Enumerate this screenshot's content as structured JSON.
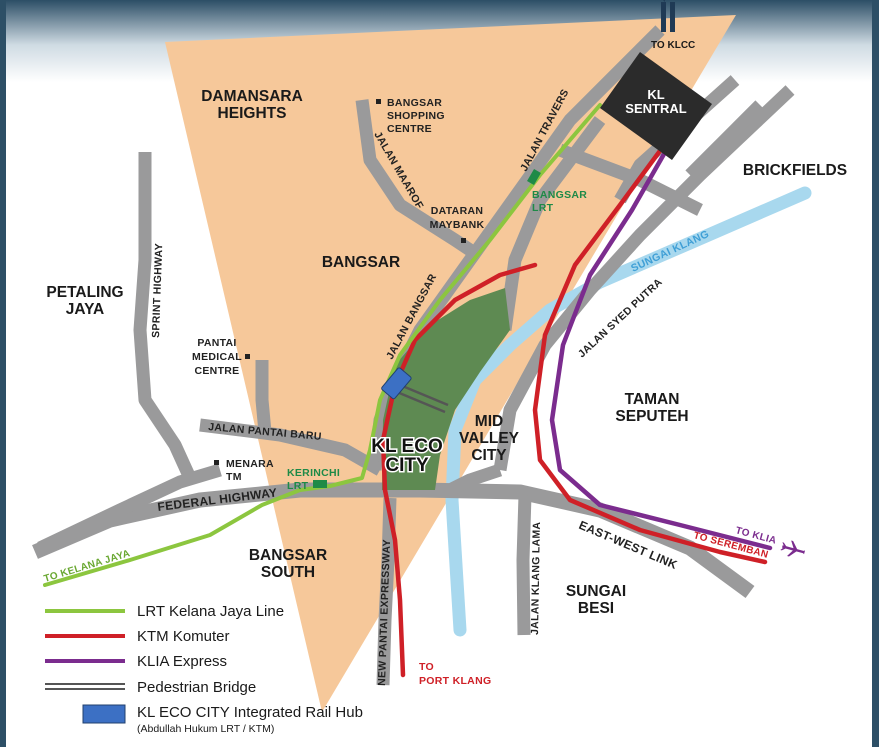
{
  "colors": {
    "zone": "#f6c89a",
    "road": "#9a9a9b",
    "river": "#a8d8ee",
    "lrt": "#8cc63f",
    "ktm": "#cf2027",
    "klia": "#7b2c8e",
    "park": "#5e8a52",
    "hub": "#3c70c4",
    "station": "#1e8a47",
    "sentral": "#2b2b2b"
  },
  "areas": {
    "damansara": "DAMANSARA",
    "heights": "HEIGHTS",
    "bangsar": "BANGSAR",
    "petaling": "PETALING",
    "jaya": "JAYA",
    "brickfields": "BRICKFIELDS",
    "taman": "TAMAN",
    "seputeh": "SEPUTEH",
    "mid": "MID",
    "valley": "VALLEY",
    "city": "CITY",
    "bangsar_south_1": "BANGSAR",
    "bangsar_south_2": "SOUTH",
    "sungai": "SUNGAI",
    "besi": "BESI",
    "kl_eco": "KL ECO",
    "kl_eco_city": "CITY",
    "kl": "KL",
    "sentral": "SENTRAL"
  },
  "landmarks": {
    "bsc_1": "BANGSAR",
    "bsc_2": "SHOPPING",
    "bsc_3": "CENTRE",
    "dm_1": "DATARAN",
    "dm_2": "MAYBANK",
    "pmc_1": "PANTAI",
    "pmc_2": "MEDICAL",
    "pmc_3": "CENTRE",
    "menara_1": "MENARA",
    "menara_2": "TM"
  },
  "stations": {
    "bangsar_1": "BANGSAR",
    "bangsar_2": "LRT",
    "kerinchi_1": "KERINCHI",
    "kerinchi_2": "LRT"
  },
  "roads": {
    "sprint": "SPRINT HIGHWAY",
    "jalan_maarof": "JALAN MAAROF",
    "jalan_travers": "JALAN TRAVERS",
    "jalan_bangsar": "JALAN BANGSAR",
    "jalan_pantai_baru": "JALAN PANTAI BARU",
    "federal": "FEDERAL HIGHWAY",
    "npe": "NEW PANTAI EXPRESSWAY",
    "jalan_klang_lama": "JALAN KLANG LAMA",
    "east_west": "EAST-WEST LINK",
    "jalan_syed_putra": "JALAN SYED PUTRA",
    "sungai_klang": "SUNGAI KLANG"
  },
  "directions": {
    "to_klcc": "TO KLCC",
    "to_kelana_jaya": "TO KELANA JAYA",
    "to_klia": "TO KLIA",
    "to_seremban": "TO SEREMBAN",
    "to_port_1": "TO",
    "to_port_2": "PORT KLANG"
  },
  "legend": {
    "lrt": "LRT Kelana Jaya Line",
    "ktm": "KTM Komuter",
    "klia": "KLIA Express",
    "bridge": "Pedestrian Bridge",
    "hub": "KL ECO CITY Integrated Rail Hub",
    "hub_sub": "(Abdullah Hukum LRT / KTM)"
  }
}
